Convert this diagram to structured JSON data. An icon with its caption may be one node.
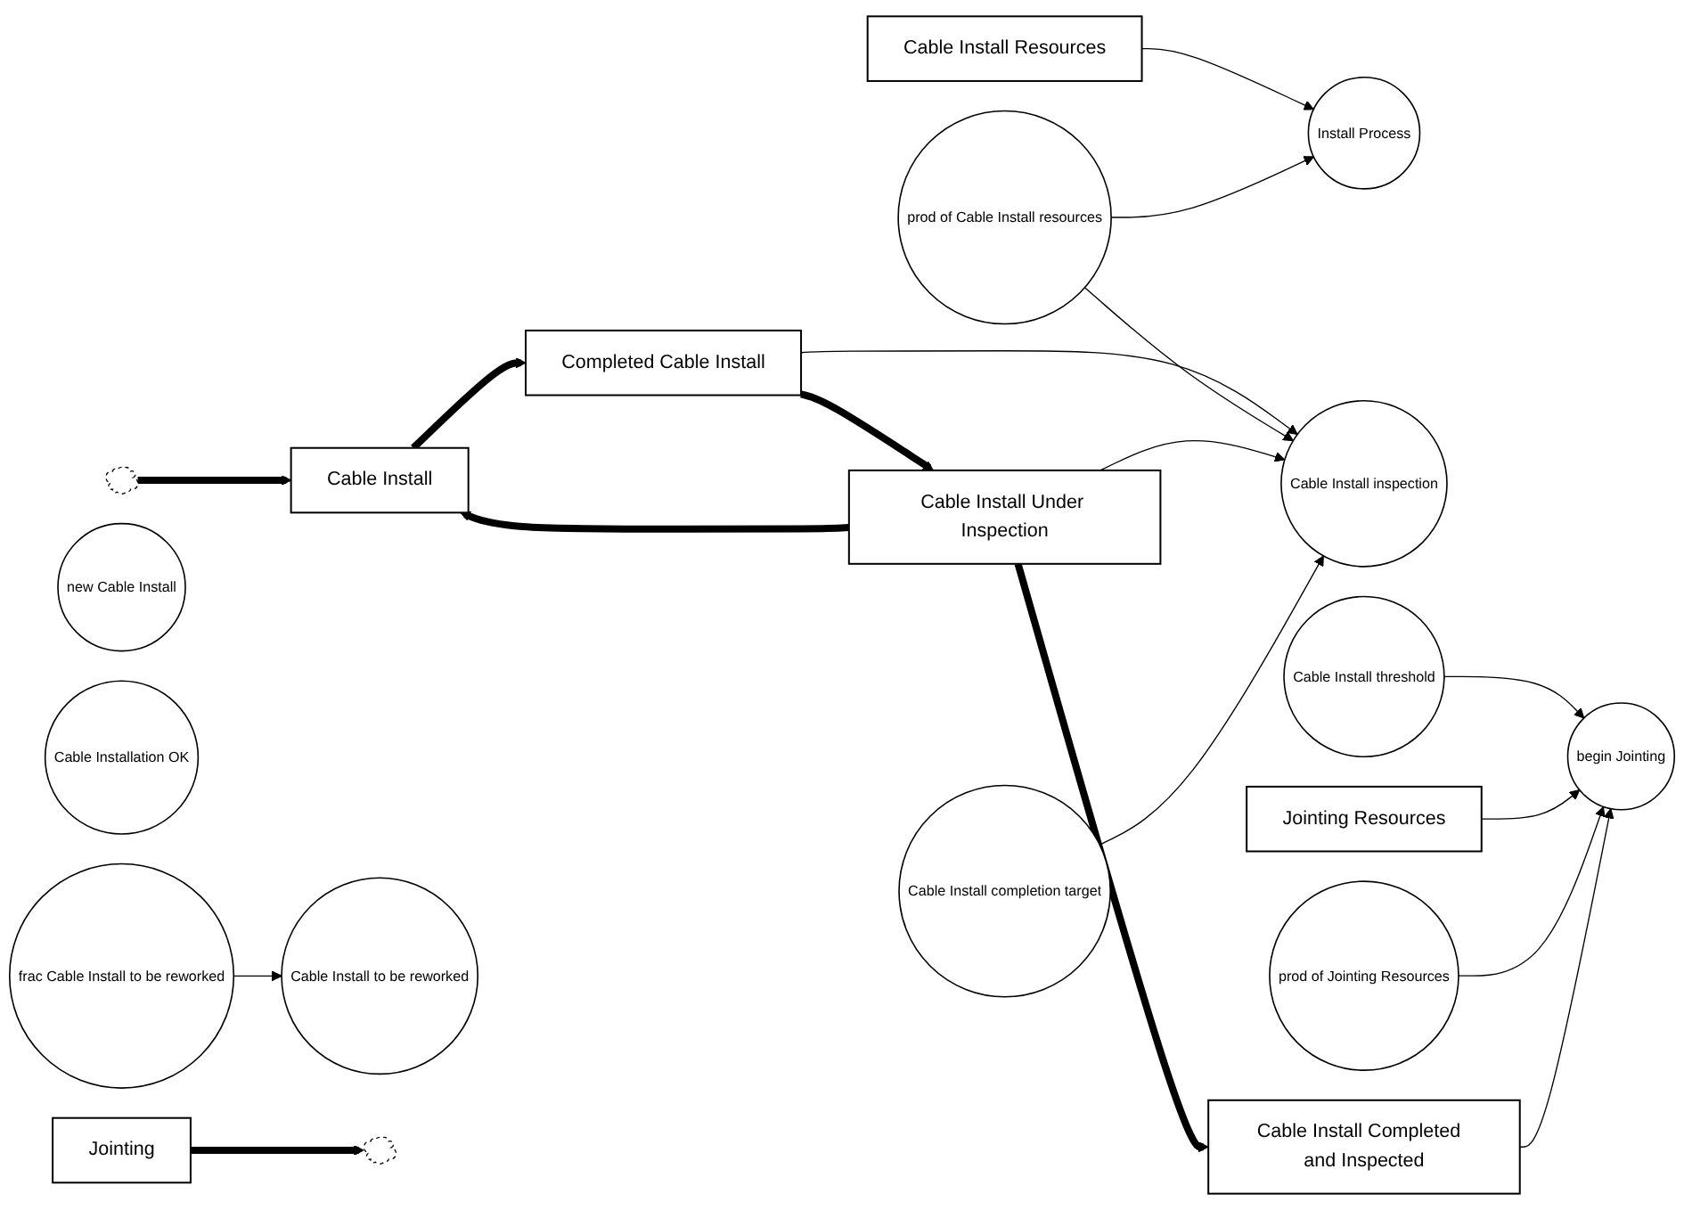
{
  "diagram": {
    "nodes": [
      {
        "text": [],
        "shape": "cloud"
      },
      {
        "text": [
          "Cable Install"
        ]
      },
      {
        "text": [
          "new Cable Install"
        ]
      },
      {
        "text": [
          "Install Process"
        ]
      },
      {
        "text": [
          "Completed Cable Install"
        ]
      },
      {
        "text": [
          "Cable Install inspection"
        ]
      },
      {
        "text": [
          "Cable Install Under Inspection"
        ]
      },
      {
        "text": [
          "Cable Installation OK"
        ]
      },
      {
        "text": [
          "Cable Install Completed  and Inspected"
        ]
      },
      {
        "text": [
          "Cable Install Resources"
        ]
      },
      {
        "text": [
          "prod of Cable Install resources"
        ]
      },
      {
        "text": [
          "Cable Install completion target"
        ]
      },
      {
        "text": [
          "Cable Install to be reworked"
        ]
      },
      {
        "text": [
          "frac Cable Install to be reworked"
        ]
      },
      {
        "text": [
          "Jointing"
        ]
      },
      {
        "text": [],
        "shape": "cloud"
      },
      {
        "text": [
          "begin Jointing"
        ]
      },
      {
        "text": [
          "Cable Install threshold"
        ]
      },
      {
        "text": [
          "Jointing Resources"
        ]
      },
      {
        "text": [
          "prod of Jointing Resources"
        ]
      }
    ],
    "edges": [
      {
        "from": 0,
        "to": 1,
        "arrow": "to",
        "style": "thick"
      },
      {
        "from": 1,
        "to": 4,
        "arrow": "to",
        "style": "thick"
      },
      {
        "from": 4,
        "to": 6,
        "arrow": "to",
        "style": "thick"
      },
      {
        "from": 6,
        "to": 8,
        "arrow": "to",
        "style": "thick"
      },
      {
        "from": 6,
        "to": 1,
        "arrow": "to",
        "style": "thick"
      },
      {
        "from": 9,
        "to": 3,
        "arrow": "to"
      },
      {
        "from": 10,
        "to": 3,
        "arrow": "to"
      },
      {
        "from": 4,
        "to": 5,
        "arrow": "to"
      },
      {
        "from": 10,
        "to": 5,
        "arrow": "to"
      },
      {
        "from": 6,
        "to": 5,
        "arrow": "to"
      },
      {
        "from": 11,
        "to": 5,
        "arrow": "to"
      },
      {
        "from": 13,
        "to": 12,
        "arrow": "to"
      },
      {
        "from": 14,
        "to": 15,
        "arrow": "to",
        "style": "thick"
      },
      {
        "from": 17,
        "to": 16,
        "arrow": "to"
      },
      {
        "from": 18,
        "to": 16,
        "arrow": "to"
      },
      {
        "from": 19,
        "to": 16,
        "arrow": "to"
      },
      {
        "from": 8,
        "to": 16,
        "arrow": "to"
      }
    ]
  }
}
